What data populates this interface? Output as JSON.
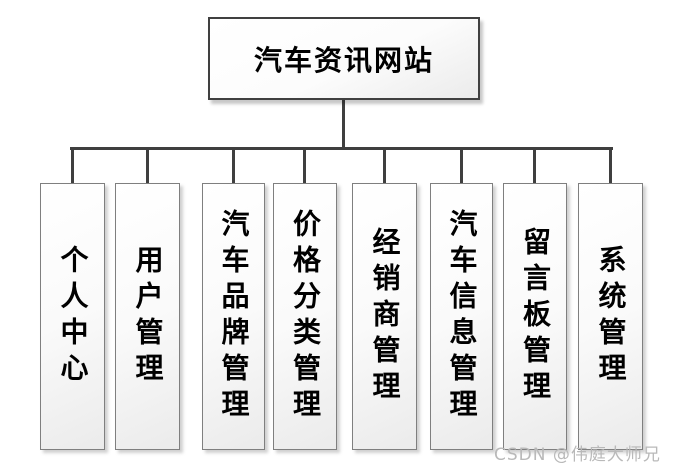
{
  "diagram": {
    "root": {
      "label": "汽车资讯网站"
    },
    "children": [
      {
        "label": "个人中心"
      },
      {
        "label": "用户管理"
      },
      {
        "label": "汽车品牌管理"
      },
      {
        "label": "价格分类管理"
      },
      {
        "label": "经销商管理"
      },
      {
        "label": "汽车信息管理"
      },
      {
        "label": "留言板管理"
      },
      {
        "label": "系统管理"
      }
    ],
    "colors": {
      "connector": "#3f3f3f",
      "root_border": "#404040",
      "node_border": "#7f7f7f",
      "node_fill_top": "#ffffff",
      "node_fill_bottom": "#ebebeb"
    }
  },
  "watermark": {
    "text": "CSDN @伟庭大师兄"
  }
}
